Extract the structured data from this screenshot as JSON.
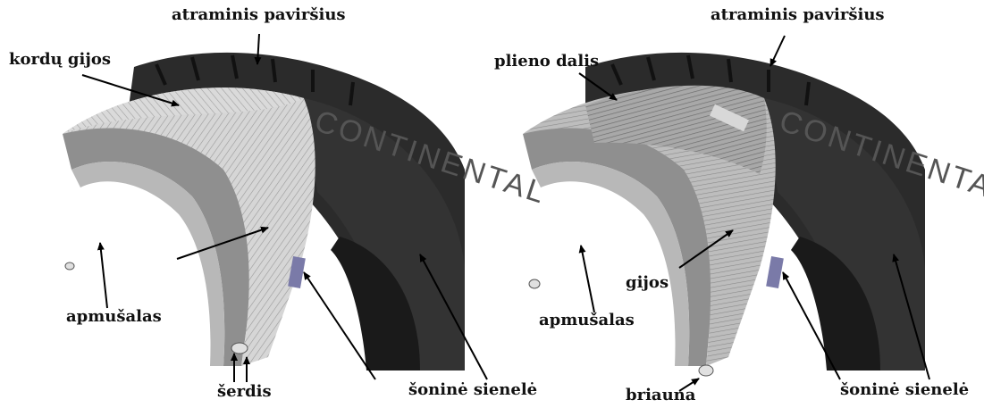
{
  "left_diagram": {
    "labels": {
      "tread": "atraminis paviršius",
      "cords": "kordų gijos",
      "liner": "apmušalas",
      "core": "šerdis",
      "sidewall": "šoninė sienelė"
    }
  },
  "right_diagram": {
    "labels": {
      "tread": "atraminis paviršius",
      "steel": "plieno dalis",
      "threads": "gijos",
      "liner": "apmušalas",
      "bead": "briauna",
      "sidewall": "šoninė sienelė"
    }
  },
  "sidewall_text": "CONTINENTAL",
  "colors": {
    "rubber": "#2b2b2b",
    "rubber_dark": "#1a1a1a",
    "liner": "#8f8f8f",
    "liner_light": "#b8b8b8",
    "cords": "#d4d4d4",
    "steel": "#9a9a9a",
    "bead_accent": "#7a7aa8",
    "arrow": "#000000"
  }
}
